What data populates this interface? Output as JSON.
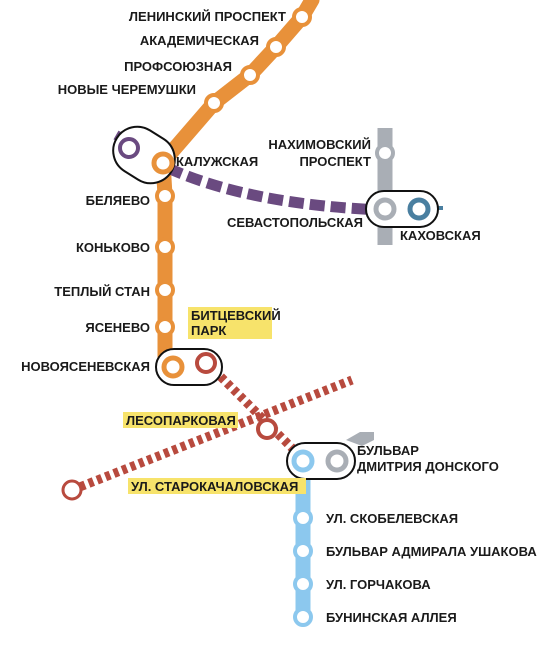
{
  "lines": {
    "orange": {
      "color": "#e8913a"
    },
    "purple": {
      "color": "#6a4a80"
    },
    "grey": {
      "color": "#a9aeb5"
    },
    "kakhovskaya": {
      "color": "#4a7fa0"
    },
    "red": {
      "color": "#b84a3e"
    },
    "light_blue": {
      "color": "#8cc8ee"
    }
  },
  "highlight_color": "#f7e36b",
  "stations": {
    "leninsky": "ЛЕНИНСКИЙ ПРОСПЕКТ",
    "akademicheskaya": "АКАДЕМИЧЕСКАЯ",
    "profsoyuznaya": "ПРОФСОЮЗНАЯ",
    "novye_cheremushki": "НОВЫЕ ЧЕРЕМУШКИ",
    "kaluzhskaya": "КАЛУЖСКАЯ",
    "belyaevo": "БЕЛЯЕВО",
    "konkovo": "КОНЬКОВО",
    "tepliy_stan": "ТЕПЛЫЙ СТАН",
    "yasenevo": "ЯСЕНЕВО",
    "novoyasenevskaya": "НОВОЯСЕНЕВСКАЯ",
    "bitcevsky_l1": "БИТЦЕВСКИЙ",
    "bitcevsky_l2": "ПАРК",
    "nakhimovsky_l1": "НАХИМОВСКИЙ",
    "nakhimovsky_l2": "ПРОСПЕКТ",
    "sevastopolskaya": "СЕВАСТОПОЛЬСКАЯ",
    "kakhovskaya": "КАХОВСКАЯ",
    "lesoparkovaya": "ЛЕСОПАРКОВАЯ",
    "starokachalovskaya": "УЛ. СТАРОКАЧАЛОВСКАЯ",
    "bulvar_donskogo_l1": "БУЛЬВАР",
    "bulvar_donskogo_l2": "ДМИТРИЯ ДОНСКОГО",
    "skobelevskaya": "УЛ. СКОБЕЛЕВСКАЯ",
    "ushakova": "БУЛЬВАР АДМИРАЛА УШАКОВА",
    "gorchakova": "УЛ. ГОРЧАКОВА",
    "buninskaya": "БУНИНСКАЯ АЛЛЕЯ"
  }
}
